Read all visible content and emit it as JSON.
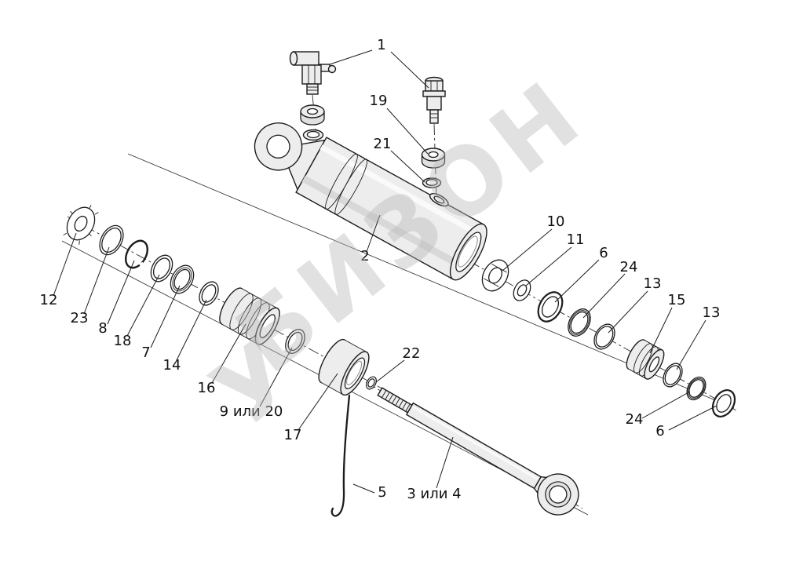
{
  "diagram": {
    "watermark": {
      "text": "БИЗОН",
      "fragment": "У"
    },
    "colors": {
      "line": "#1c1c1c",
      "watermark": "#b8b8b8",
      "fill": "#ededed",
      "background": "#ffffff"
    },
    "callouts": [
      {
        "id": "1",
        "text": "1"
      },
      {
        "id": "19",
        "text": "19"
      },
      {
        "id": "21",
        "text": "21"
      },
      {
        "id": "2",
        "text": "2"
      },
      {
        "id": "10",
        "text": "10"
      },
      {
        "id": "11",
        "text": "11"
      },
      {
        "id": "6a",
        "text": "6"
      },
      {
        "id": "24a",
        "text": "24"
      },
      {
        "id": "13a",
        "text": "13"
      },
      {
        "id": "15",
        "text": "15"
      },
      {
        "id": "13b",
        "text": "13"
      },
      {
        "id": "24b",
        "text": "24"
      },
      {
        "id": "6b",
        "text": "6"
      },
      {
        "id": "12",
        "text": "12"
      },
      {
        "id": "23",
        "text": "23"
      },
      {
        "id": "8",
        "text": "8"
      },
      {
        "id": "18",
        "text": "18"
      },
      {
        "id": "7",
        "text": "7"
      },
      {
        "id": "14",
        "text": "14"
      },
      {
        "id": "16",
        "text": "16"
      },
      {
        "id": "9-20",
        "text": "9 или 20"
      },
      {
        "id": "17",
        "text": "17"
      },
      {
        "id": "22",
        "text": "22"
      },
      {
        "id": "5",
        "text": "5"
      },
      {
        "id": "3-4",
        "text": "3 или 4"
      }
    ]
  }
}
